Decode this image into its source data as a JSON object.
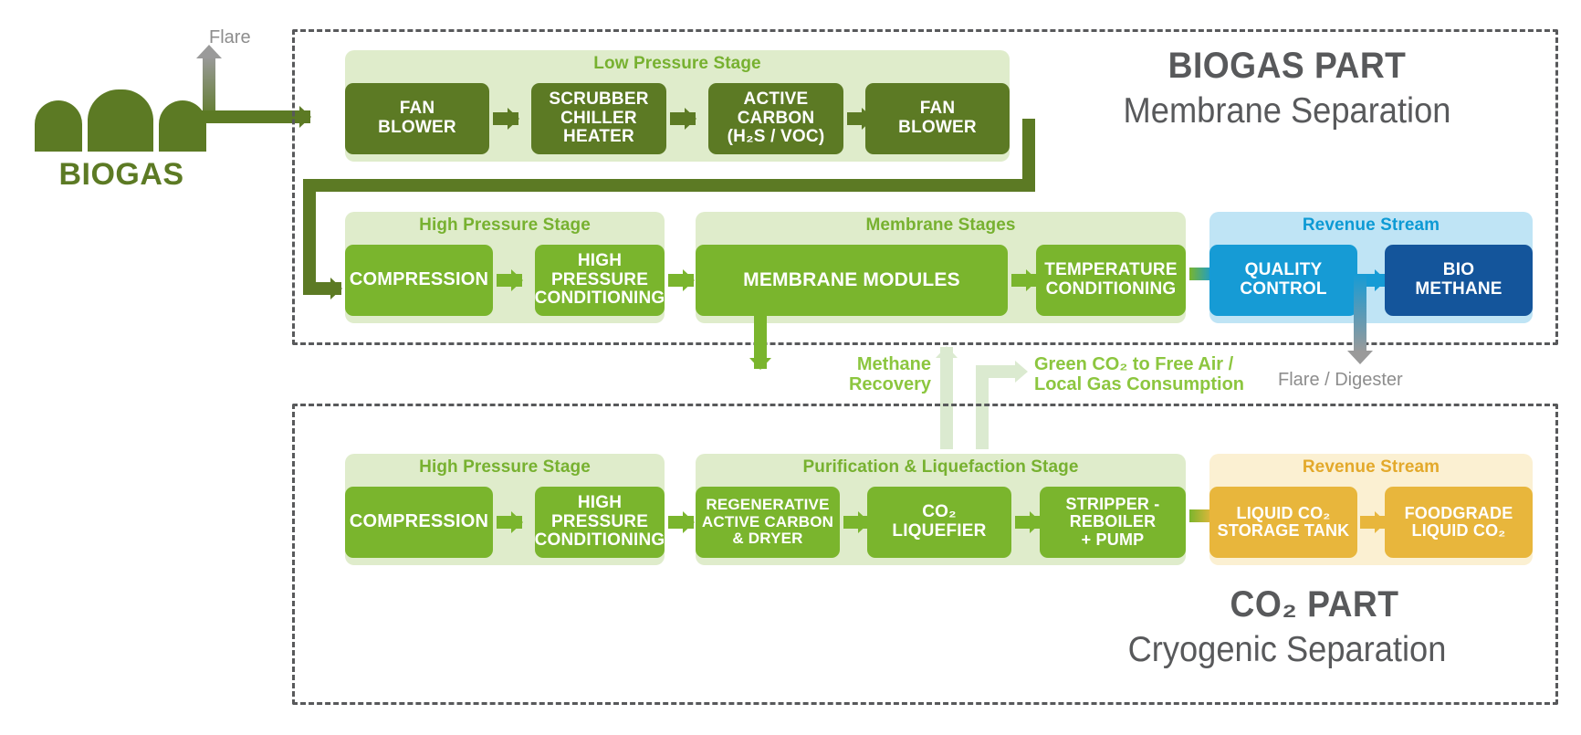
{
  "source": {
    "label": "BIOGAS",
    "icon": "biogas-digester-icon",
    "flare_label": "Flare"
  },
  "sections": {
    "biogas": {
      "title": "BIOGAS PART",
      "subtitle": "Membrane Separation",
      "stages": [
        {
          "name": "Low Pressure Stage",
          "accent": "#77b130",
          "boxes": [
            {
              "lines": [
                "FAN",
                "BLOWER"
              ],
              "color": "#5c7a24"
            },
            {
              "lines": [
                "SCRUBBER",
                "CHILLER",
                "HEATER"
              ],
              "color": "#5c7a24"
            },
            {
              "lines": [
                "ACTIVE",
                "CARBON",
                "(H₂S / VOC)"
              ],
              "color": "#5c7a24"
            },
            {
              "lines": [
                "FAN",
                "BLOWER"
              ],
              "color": "#5c7a24"
            }
          ]
        },
        {
          "name": "High Pressure Stage",
          "accent": "#77b130",
          "boxes": [
            {
              "lines": [
                "COMPRESSION"
              ],
              "color": "#7ab52d"
            },
            {
              "lines": [
                "HIGH",
                "PRESSURE",
                "CONDITIONING"
              ],
              "color": "#7ab52d"
            }
          ]
        },
        {
          "name": "Membrane Stages",
          "accent": "#77b130",
          "boxes": [
            {
              "lines": [
                "MEMBRANE MODULES"
              ],
              "color": "#7ab52d"
            },
            {
              "lines": [
                "TEMPERATURE",
                "CONDITIONING"
              ],
              "color": "#7ab52d"
            }
          ]
        },
        {
          "name": "Revenue Stream",
          "accent": "#0d9ad4",
          "boxes": [
            {
              "lines": [
                "QUALITY",
                "CONTROL"
              ],
              "color": "#169bd5"
            },
            {
              "lines": [
                "BIO",
                "METHANE"
              ],
              "color": "#14559b"
            }
          ]
        }
      ]
    },
    "co2": {
      "title": "CO₂ PART",
      "subtitle": "Cryogenic Separation",
      "stages": [
        {
          "name": "High Pressure Stage",
          "accent": "#77b130",
          "boxes": [
            {
              "lines": [
                "COMPRESSION"
              ],
              "color": "#7ab52d"
            },
            {
              "lines": [
                "HIGH",
                "PRESSURE",
                "CONDITIONING"
              ],
              "color": "#7ab52d"
            }
          ]
        },
        {
          "name": "Purification & Liquefaction Stage",
          "accent": "#77b130",
          "boxes": [
            {
              "lines": [
                "REGENERATIVE",
                "ACTIVE CARBON",
                "& DRYER"
              ],
              "color": "#7ab52d"
            },
            {
              "lines": [
                "CO₂",
                "LIQUEFIER"
              ],
              "color": "#7ab52d"
            },
            {
              "lines": [
                "STRIPPER -",
                "REBOILER",
                "+ PUMP"
              ],
              "color": "#7ab52d"
            }
          ]
        },
        {
          "name": "Revenue Stream",
          "accent": "#e3a92b",
          "boxes": [
            {
              "lines": [
                "LIQUID CO₂",
                "STORAGE TANK"
              ],
              "color": "#e8b63c"
            },
            {
              "lines": [
                "FOODGRADE",
                "LIQUID CO₂"
              ],
              "color": "#e8b63c"
            }
          ]
        }
      ]
    }
  },
  "connectors": {
    "flare_digester": "Flare / Digester",
    "methane_recovery_l1": "Methane",
    "methane_recovery_l2": "Recovery",
    "green_co2_l1": "Green CO₂ to Free Air /",
    "green_co2_l2": "Local Gas Consumption"
  },
  "colors": {
    "dark_green": "#5c7a24",
    "mid_green": "#7ab52d",
    "pale_green": "#dfeccb",
    "light_green_arrow": "#d8e9c2",
    "blue": "#169bd5",
    "navy": "#14559b",
    "pale_blue": "#bfe4f5",
    "amber": "#e8b63c",
    "pale_amber": "#fbf0d2",
    "gray": "#8d8d8d",
    "dark_gray": "#58595b"
  }
}
